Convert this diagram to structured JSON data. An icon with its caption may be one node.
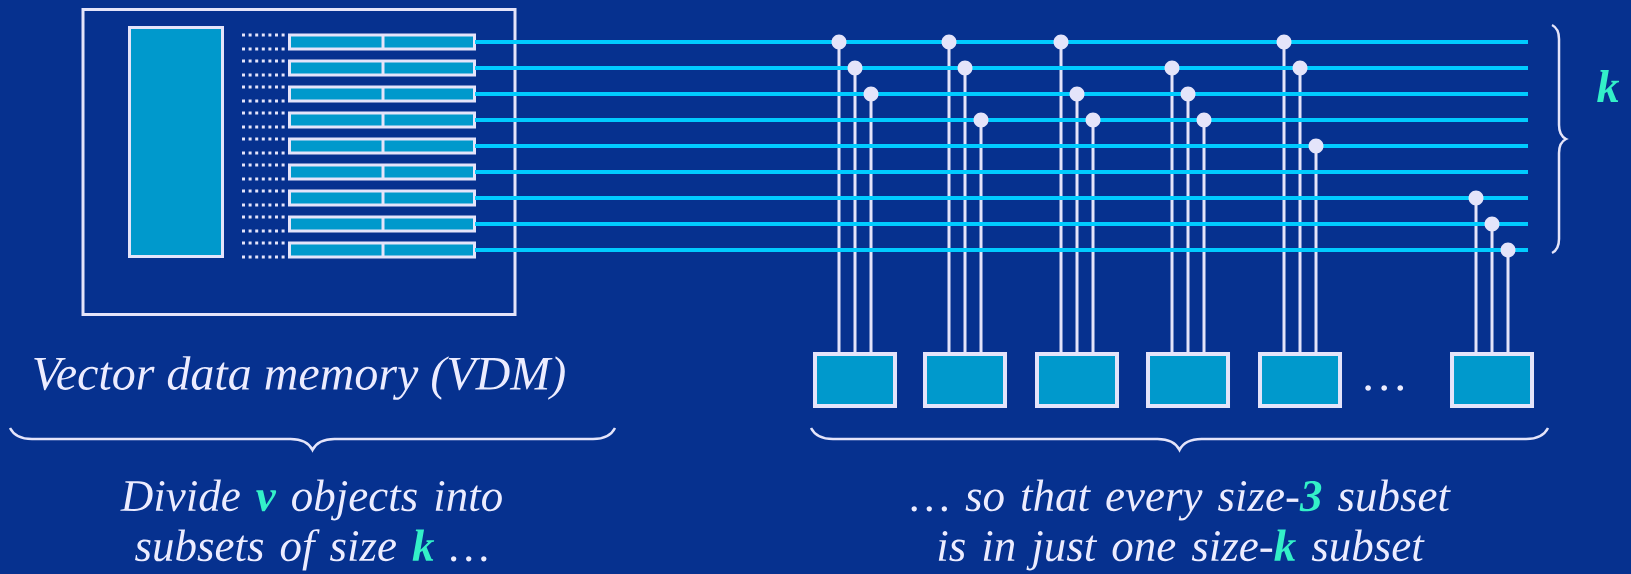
{
  "diagram": {
    "nodes": [
      {
        "text": [],
        "shape": "box",
        "beside": [
          "Vector data memory (VDM)"
        ]
      },
      {
        "text": [],
        "shape": "box",
        "in": 0
      },
      {
        "text": [],
        "shape": "bar",
        "in": 0
      },
      {
        "text": [],
        "shape": "bar",
        "in": 0
      },
      {
        "text": [],
        "shape": "bar",
        "in": 0
      },
      {
        "text": [],
        "shape": "bar",
        "in": 0
      },
      {
        "text": [],
        "shape": "bar",
        "in": 0
      },
      {
        "text": [],
        "shape": "bar",
        "in": 0
      },
      {
        "text": [],
        "shape": "bar",
        "in": 0
      },
      {
        "text": [],
        "shape": "bar",
        "in": 0
      },
      {
        "text": [],
        "shape": "bar",
        "in": 0
      },
      {
        "text": [],
        "shape": "box"
      },
      {
        "text": [],
        "shape": "box"
      },
      {
        "text": [],
        "shape": "box"
      },
      {
        "text": [],
        "shape": "box"
      },
      {
        "text": [],
        "shape": "box"
      },
      {
        "text": [],
        "shape": "box"
      }
    ],
    "edges": [
      {
        "from": 2,
        "to": 11,
        "arrow": "none"
      },
      {
        "from": 3,
        "to": 11,
        "arrow": "none"
      },
      {
        "from": 4,
        "to": 11,
        "arrow": "none"
      },
      {
        "from": 2,
        "to": 12,
        "arrow": "none"
      },
      {
        "from": 3,
        "to": 12,
        "arrow": "none"
      },
      {
        "from": 5,
        "to": 12,
        "arrow": "none"
      },
      {
        "from": 2,
        "to": 13,
        "arrow": "none"
      },
      {
        "from": 4,
        "to": 13,
        "arrow": "none"
      },
      {
        "from": 5,
        "to": 13,
        "arrow": "none"
      },
      {
        "from": 3,
        "to": 14,
        "arrow": "none"
      },
      {
        "from": 4,
        "to": 14,
        "arrow": "none"
      },
      {
        "from": 5,
        "to": 14,
        "arrow": "none"
      },
      {
        "from": 2,
        "to": 15,
        "arrow": "none"
      },
      {
        "from": 3,
        "to": 15,
        "arrow": "none"
      },
      {
        "from": 6,
        "to": 15,
        "arrow": "none"
      },
      {
        "from": 8,
        "to": 16,
        "arrow": "none"
      },
      {
        "from": 9,
        "to": 16,
        "arrow": "none"
      },
      {
        "from": 10,
        "to": 16,
        "arrow": "none"
      }
    ],
    "labels": [
      "k",
      "…",
      "Divide **v** objects into subsets of size **k** …",
      "… so that every size-**3** subset is in just one size-**k** subset"
    ]
  }
}
